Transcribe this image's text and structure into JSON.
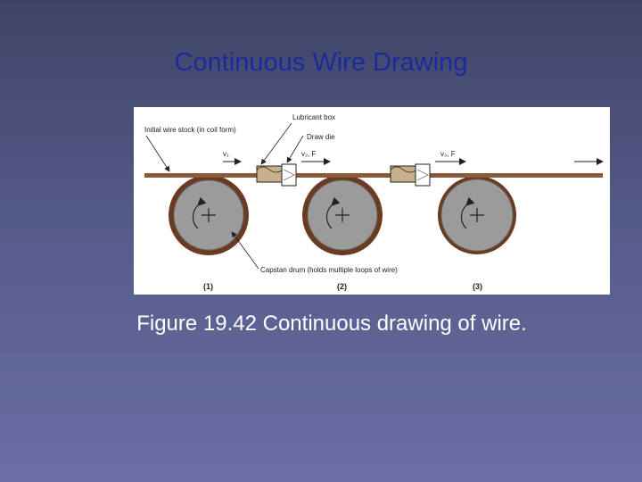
{
  "slide": {
    "title": "Continuous Wire Drawing",
    "caption": "Figure 19.42  Continuous drawing of wire."
  },
  "figure": {
    "labels": {
      "initial_stock": "Initial wire stock (in coil form)",
      "lubricant_box": "Lubricant box",
      "draw_die": "Draw die",
      "capstan_drum": "Capstan drum (holds multiple loops of wire)",
      "v1": "v₁",
      "v2F": "v₂, F",
      "v3F": "v₃, F",
      "stage1": "(1)",
      "stage2": "(2)",
      "stage3": "(3)"
    },
    "colors": {
      "wire": "#8a5a3a",
      "drum_fill": "#9b9b9b",
      "drum_rim": "#6b3a22",
      "lubricant": "#c8b08a"
    }
  }
}
